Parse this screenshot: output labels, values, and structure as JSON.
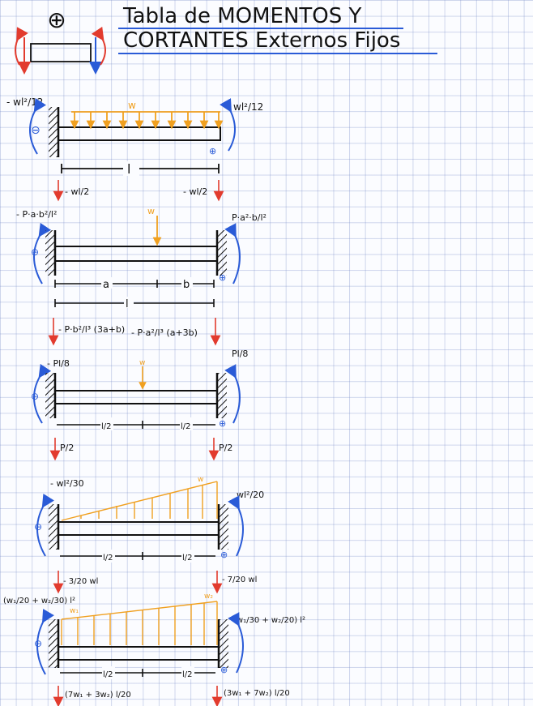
{
  "header": {
    "sign": "⊕",
    "title_line1": "Tabla de MOMENTOS Y",
    "title_line2": "CORTANTES Externos Fijos"
  },
  "case1": {
    "m_left": "- wl²/12",
    "m_right": "wl²/12",
    "load": "w",
    "length": "l",
    "r_left": "- wl/2",
    "r_right": "- wl/2",
    "sign_left": "⊖",
    "sign_right": "⊕"
  },
  "case2": {
    "m_left": "- P·a·b²/l²",
    "m_right": "P·a²·b/l²",
    "load": "w",
    "a": "a",
    "b": "b",
    "length": "l",
    "r_left": "- P·b²/l³ (3a+b)",
    "r_right": "- P·a²/l³ (a+3b)",
    "sign_left": "⊖",
    "sign_right": "⊕"
  },
  "case3": {
    "m_left": "- Pl/8",
    "m_right": "Pl/8",
    "load": "w",
    "half_left": "l/2",
    "half_right": "l/2",
    "r_left": "P/2",
    "r_right": "P/2",
    "sign_left": "⊖",
    "sign_right": "⊕"
  },
  "case4": {
    "m_left": "- wl²/30",
    "m_right": "wl²/20",
    "load": "w",
    "half_left": "l/2",
    "half_right": "l/2",
    "r_left": "- 3/20 wl",
    "r_right": "- 7/20 wl",
    "sign_left": "⊖",
    "sign_right": "⊕"
  },
  "case5": {
    "m_left": "(w₁/20 + w₂/30) l²",
    "m_right": "(w₁/30 + w₂/20) l²",
    "load_left": "w₁",
    "load_right": "w₂",
    "half_left": "l/2",
    "half_right": "l/2",
    "r_left": "(7w₁ + 3w₂) l/20",
    "r_right": "(3w₁ + 7w₂) l/20",
    "sign_left": "⊖",
    "sign_right": "⊕"
  }
}
